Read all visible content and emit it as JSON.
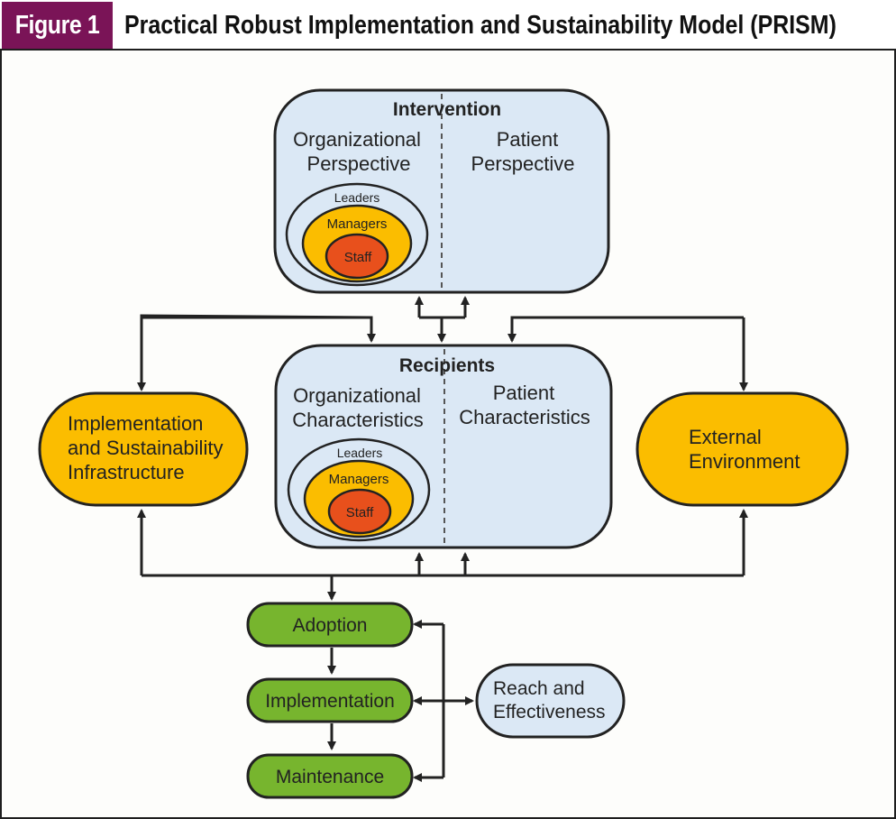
{
  "figure": {
    "label": "Figure 1",
    "title": "Practical Robust Implementation and Sustainability Model (PRISM)"
  },
  "colors": {
    "header_accent": "#7a1457",
    "blue_box": "#dbe8f5",
    "yellow": "#fbbd00",
    "red": "#e8501c",
    "green": "#77b52e",
    "stroke": "#222222"
  },
  "intervention": {
    "title": "Intervention",
    "left_heading": [
      "Organizational",
      "Perspective"
    ],
    "right_heading": [
      "Patient",
      "Perspective"
    ],
    "rings": {
      "outer": "Leaders",
      "middle": "Managers",
      "inner": "Staff"
    }
  },
  "recipients": {
    "title": "Recipients",
    "left_heading": [
      "Organizational",
      "Characteristics"
    ],
    "right_heading": [
      "Patient",
      "Characteristics"
    ],
    "rings": {
      "outer": "Leaders",
      "middle": "Managers",
      "inner": "Staff"
    }
  },
  "infrastructure": {
    "lines": [
      "Implementation",
      "and Sustainability",
      "Infrastructure"
    ]
  },
  "external": {
    "lines": [
      "External",
      "Environment"
    ]
  },
  "outcomes": {
    "stages": [
      "Adoption",
      "Implementation",
      "Maintenance"
    ],
    "reach": [
      "Reach and",
      "Effectiveness"
    ]
  }
}
